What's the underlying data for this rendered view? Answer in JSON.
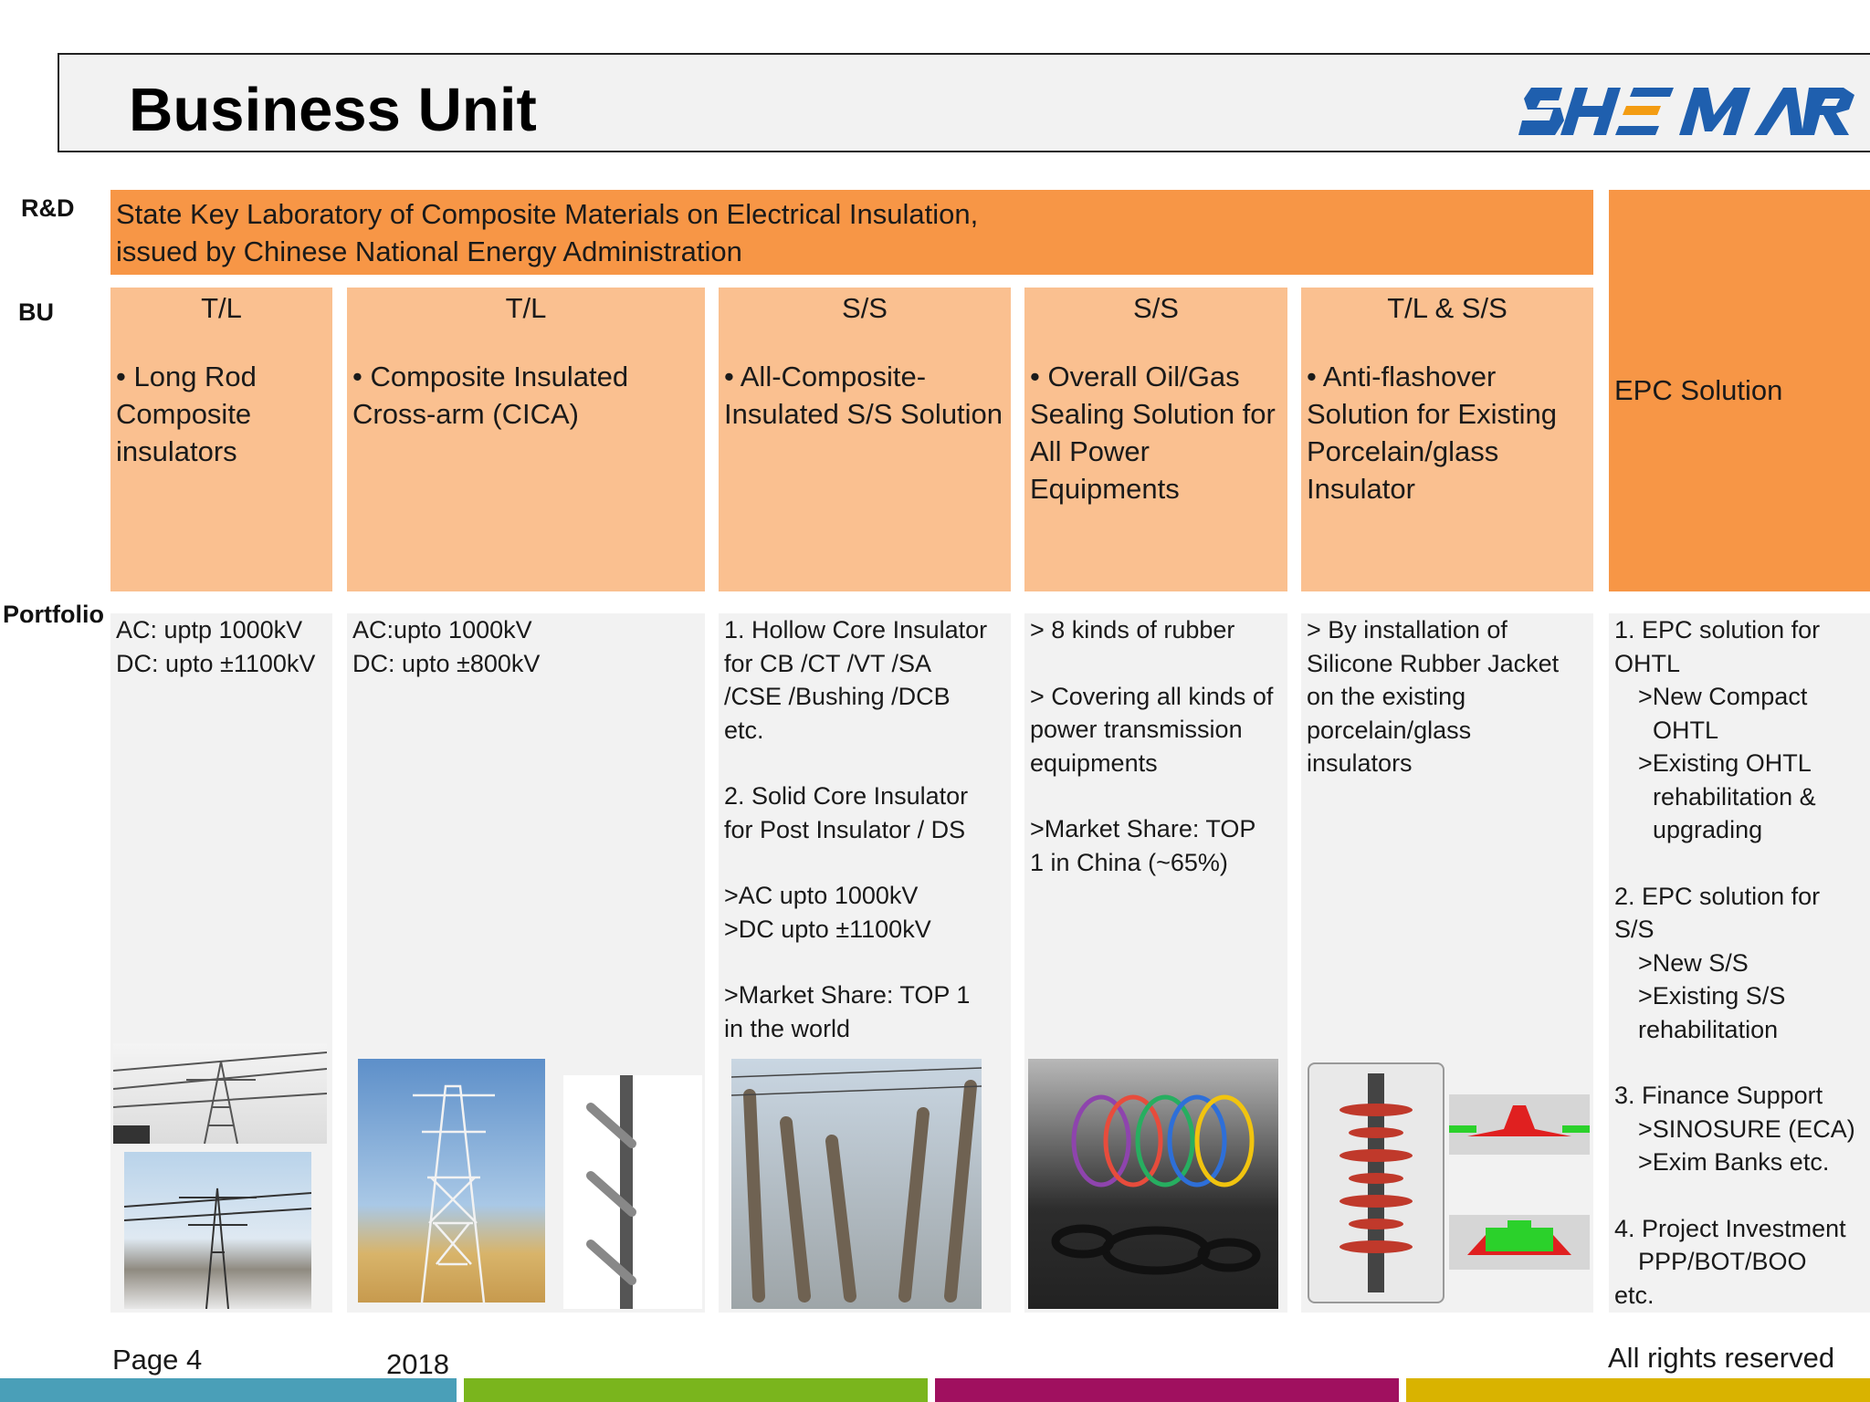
{
  "header": {
    "title": "Business Unit",
    "logo_text": "SHEMAR"
  },
  "row_labels": {
    "rd": "R&D",
    "bu": "BU",
    "portfolio": "Portfolio"
  },
  "rd": {
    "line1": "State Key Laboratory of Composite Materials on Electrical Insulation,",
    "line2": "issued by Chinese National Energy Administration"
  },
  "bu": [
    {
      "head": "T/L",
      "desc": [
        "• Long Rod",
        "Composite",
        "insulators"
      ]
    },
    {
      "head": "T/L",
      "desc": [
        "• Composite Insulated",
        "Cross-arm (CICA)"
      ]
    },
    {
      "head": "S/S",
      "desc": [
        "• All-Composite-",
        "Insulated S/S Solution"
      ]
    },
    {
      "head": "S/S",
      "desc": [
        "• Overall Oil/Gas",
        "Sealing Solution for",
        "All Power",
        "Equipments"
      ]
    },
    {
      "head": "T/L & S/S",
      "desc": [
        "• Anti-flashover",
        "Solution for Existing",
        "Porcelain/glass",
        "Insulator"
      ]
    }
  ],
  "epc": {
    "label": "EPC Solution"
  },
  "portfolio": {
    "c1": [
      "AC: uptp 1000kV",
      "DC: upto ±1100kV"
    ],
    "c2": [
      "AC:upto 1000kV",
      "DC: upto ±800kV"
    ],
    "c3": [
      "1. Hollow Core Insulator",
      "for CB /CT /VT /SA",
      "/CSE /Bushing /DCB",
      "etc.",
      "",
      "2. Solid Core Insulator",
      "for Post Insulator / DS",
      "",
      ">AC upto 1000kV",
      ">DC upto ±1100kV",
      "",
      ">Market Share: TOP 1",
      "in the world"
    ],
    "c4": [
      "> 8 kinds of rubber",
      "",
      "> Covering all kinds of",
      "power transmission",
      "equipments",
      "",
      ">Market Share: TOP",
      "1 in China (~65%)"
    ],
    "c5": [
      "> By installation of",
      "Silicone Rubber Jacket",
      "on the existing",
      "porcelain/glass",
      "insulators"
    ],
    "c6": {
      "l1": "1. EPC solution for",
      "l2": "OHTL",
      "l3": ">New Compact",
      "l4": "OHTL",
      "l5": ">Existing OHTL",
      "l6": "rehabilitation &",
      "l7": "upgrading",
      "l8": "2. EPC solution for",
      "l9": "S/S",
      "l10": ">New S/S",
      "l11": ">Existing S/S",
      "l12": "rehabilitation",
      "l13": "3. Finance Support",
      "l14": ">SINOSURE (ECA)",
      "l15": ">Exim Banks etc.",
      "l16": "4. Project Investment",
      "l17": "PPP/BOT/BOO",
      "l18": "etc."
    }
  },
  "footer": {
    "page": "Page 4",
    "year": "2018",
    "rights": "All rights reserved"
  },
  "colors": {
    "rd_orange": "#f79646",
    "bu_peach": "#fac090",
    "logo_blue": "#1f5fae",
    "logo_orange": "#f39c12",
    "strip": [
      "#4a9fb8",
      "#7ab51d",
      "#a0105f",
      "#d9b300"
    ]
  }
}
